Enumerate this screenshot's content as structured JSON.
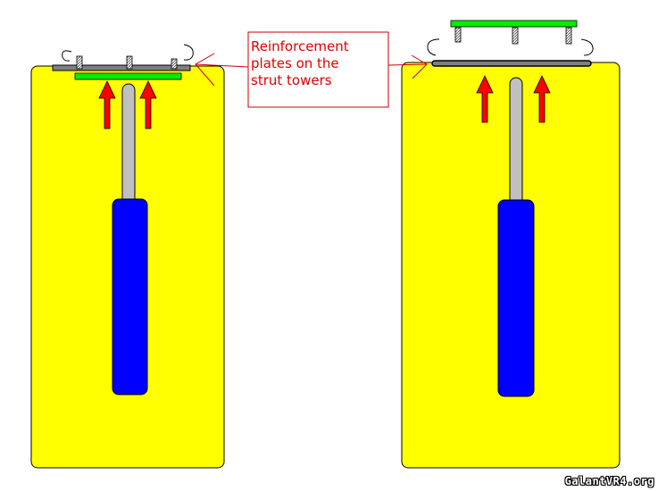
{
  "callout": {
    "lines": [
      "Reinforcement",
      "plates on the",
      "strut towers"
    ]
  },
  "watermark": "GalantVR4.org",
  "colors": {
    "tower": "#ffff00",
    "shock_body": "#0000ff",
    "shaft": "#c0c0c0",
    "plate": "#00ee00",
    "arrow": "#ff0000",
    "callout_border": "#cc0000",
    "callout_text": "#e00000"
  }
}
